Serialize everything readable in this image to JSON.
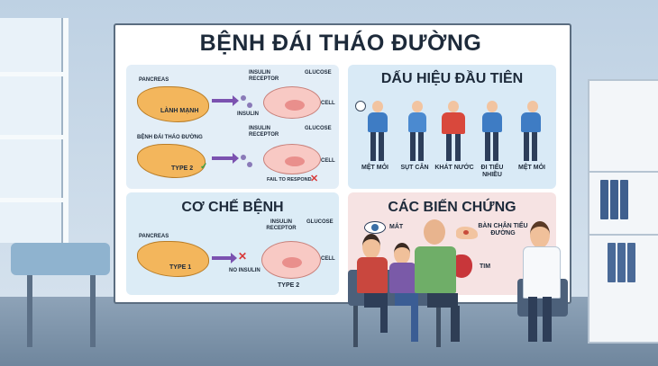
{
  "board": {
    "title": "BỆNH ĐÁI THÁO ĐƯỜNG"
  },
  "panel_top_left": {
    "pancreas_label": "PANCREAS",
    "healthy_label": "LÀNH MẠNH",
    "insulin_receptor": "INSULIN RECEPTOR",
    "glucose": "GLUCOSE",
    "insulin": "INSULIN",
    "cell": "CELL",
    "disease_label": "BỆNH ĐÁI THÁO ĐƯỜNG",
    "type2": "TYPE 2",
    "insulin_receptor_2": "INSULIN RECEPTOR",
    "glucose_2": "GLUCOSE",
    "cell_2": "CELL",
    "fail": "FAIL TO RESPOND"
  },
  "panel_top_right": {
    "heading": "DẤU HIỆU ĐẦU TIÊN",
    "symptoms": [
      "MỆT MỎI",
      "SỤT CÂN",
      "KHÁT NƯỚC",
      "ĐI TIỂU NHIỀU",
      "MỆT MỎI"
    ]
  },
  "panel_bottom_left": {
    "heading": "CƠ CHẾ BỆNH",
    "pancreas_label": "PANCREAS",
    "type1": "TYPE 1",
    "no_insulin": "NO INSULIN",
    "insulin_receptor": "INSULIN RECEPTOR",
    "glucose": "GLUCOSE",
    "cell": "CELL",
    "type2": "TYPE 2"
  },
  "panel_bottom_right": {
    "heading": "CÁC BIẾN CHỨNG",
    "eye": "MẮT",
    "foot": "BÀN CHÂN TIỂU ĐƯỜNG",
    "heart": "TIM"
  }
}
